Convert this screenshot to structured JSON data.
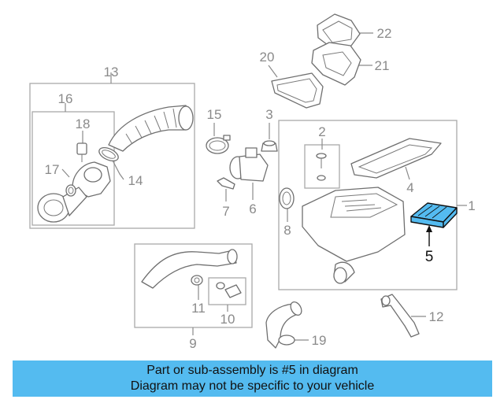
{
  "callouts": {
    "n1": "1",
    "n2": "2",
    "n3": "3",
    "n4": "4",
    "n5": "5",
    "n6": "6",
    "n7": "7",
    "n8": "8",
    "n9": "9",
    "n10": "10",
    "n11": "11",
    "n12": "12",
    "n13": "13",
    "n14": "14",
    "n15": "15",
    "n16": "16",
    "n17": "17",
    "n18": "18",
    "n19": "19",
    "n20": "20",
    "n21": "21",
    "n22": "22"
  },
  "highlight": {
    "part_number": "5",
    "color": "#54bbf0"
  },
  "banner": {
    "line1": "Part or sub-assembly is #5 in diagram",
    "line2": "Diagram may not be specific to your vehicle",
    "color": "#54bbf0"
  }
}
